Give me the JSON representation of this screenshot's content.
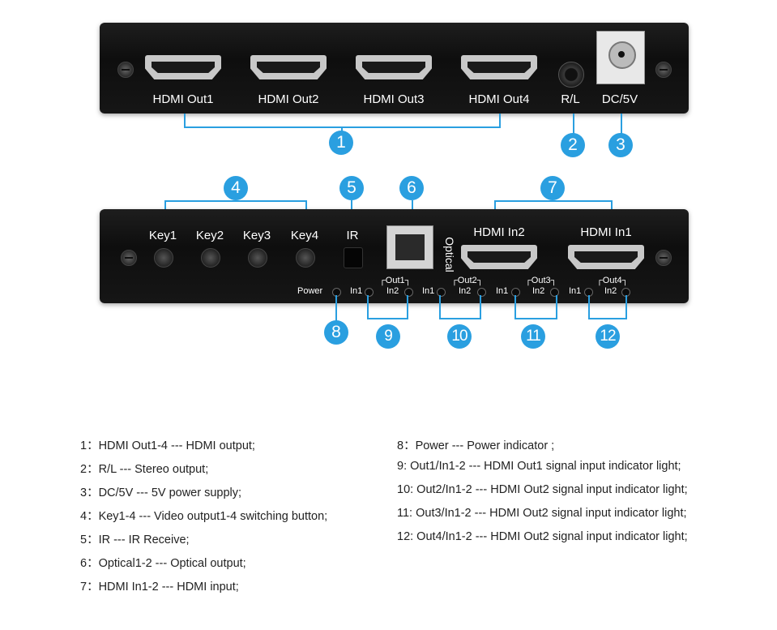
{
  "back_panel": {
    "ports": [
      "HDMI Out1",
      "HDMI Out2",
      "HDMI Out3",
      "HDMI Out4",
      "R/L",
      "DC/5V"
    ]
  },
  "front_panel": {
    "keys": [
      "Key1",
      "Key2",
      "Key3",
      "Key4"
    ],
    "ir_label": "IR",
    "optical_label": "Optical",
    "hdmi_inputs": [
      "HDMI In2",
      "HDMI In1"
    ],
    "power_label": "Power",
    "indicator_groups": [
      {
        "title": "Out1",
        "in1": "In1",
        "in2": "In2"
      },
      {
        "title": "Out2",
        "in1": "In1",
        "in2": "In2"
      },
      {
        "title": "Out3",
        "in1": "In1",
        "in2": "In2"
      },
      {
        "title": "Out4",
        "in1": "In1",
        "in2": "In2"
      }
    ]
  },
  "callouts": [
    "1",
    "2",
    "3",
    "4",
    "5",
    "6",
    "7",
    "8",
    "9",
    "10",
    "11",
    "12"
  ],
  "legend": {
    "left": [
      "1：HDMI Out1-4 --- HDMI output;",
      "2：R/L --- Stereo output;",
      "3：DC/5V --- 5V power supply;",
      "4：Key1-4 --- Video output1-4 switching button;",
      "5：IR --- IR Receive;",
      "6：Optical1-2 --- Optical output;",
      "7：HDMI In1-2 --- HDMI input;"
    ],
    "right": [
      "8：Power --- Power indicator ;",
      "9: Out1/In1-2 --- HDMI Out1 signal input indicator light;",
      "10: Out2/In1-2 --- HDMI Out2 signal input indicator light;",
      "11: Out3/In1-2 --- HDMI Out2 signal input indicator light;",
      "12: Out4/In1-2 --- HDMI Out2 signal input indicator light;"
    ]
  },
  "colors": {
    "callout": "#2a9fe0",
    "panel": "#141414"
  }
}
